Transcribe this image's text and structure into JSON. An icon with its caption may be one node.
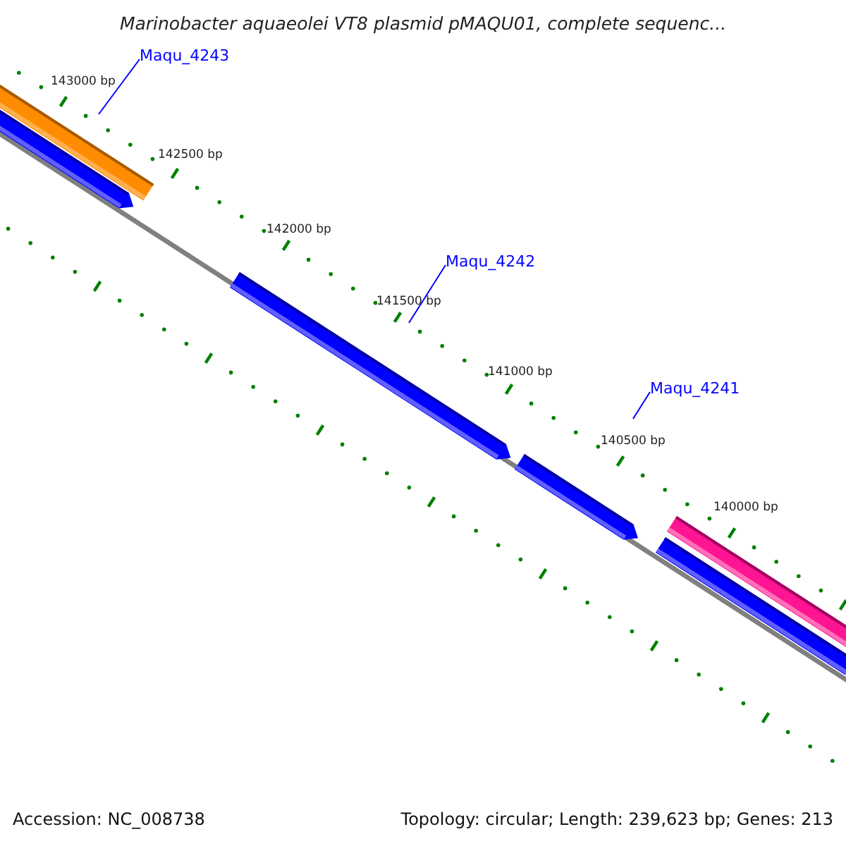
{
  "diagram": {
    "title": "Marinobacter aquaeolei VT8 plasmid pMAQU01, complete sequenc...",
    "nodes": [
      {
        "text": [
          "Maqu_4243"
        ]
      },
      {
        "text": [
          "Maqu_4242"
        ]
      },
      {
        "text": [
          "Maqu_4241"
        ]
      }
    ],
    "edges": [
      {
        "from": 0,
        "to": null,
        "arrow": "none"
      },
      {
        "from": 1,
        "to": null,
        "arrow": "none"
      },
      {
        "from": 2,
        "to": null,
        "arrow": "none"
      }
    ],
    "labels": [
      "143000 bp",
      "142500 bp",
      "142000 bp",
      "141500 bp",
      "141000 bp",
      "140500 bp",
      "140000 bp",
      "Accession: NC_008738",
      "Topology: circular; Length: 239,623 bp; Genes: 213"
    ]
  }
}
